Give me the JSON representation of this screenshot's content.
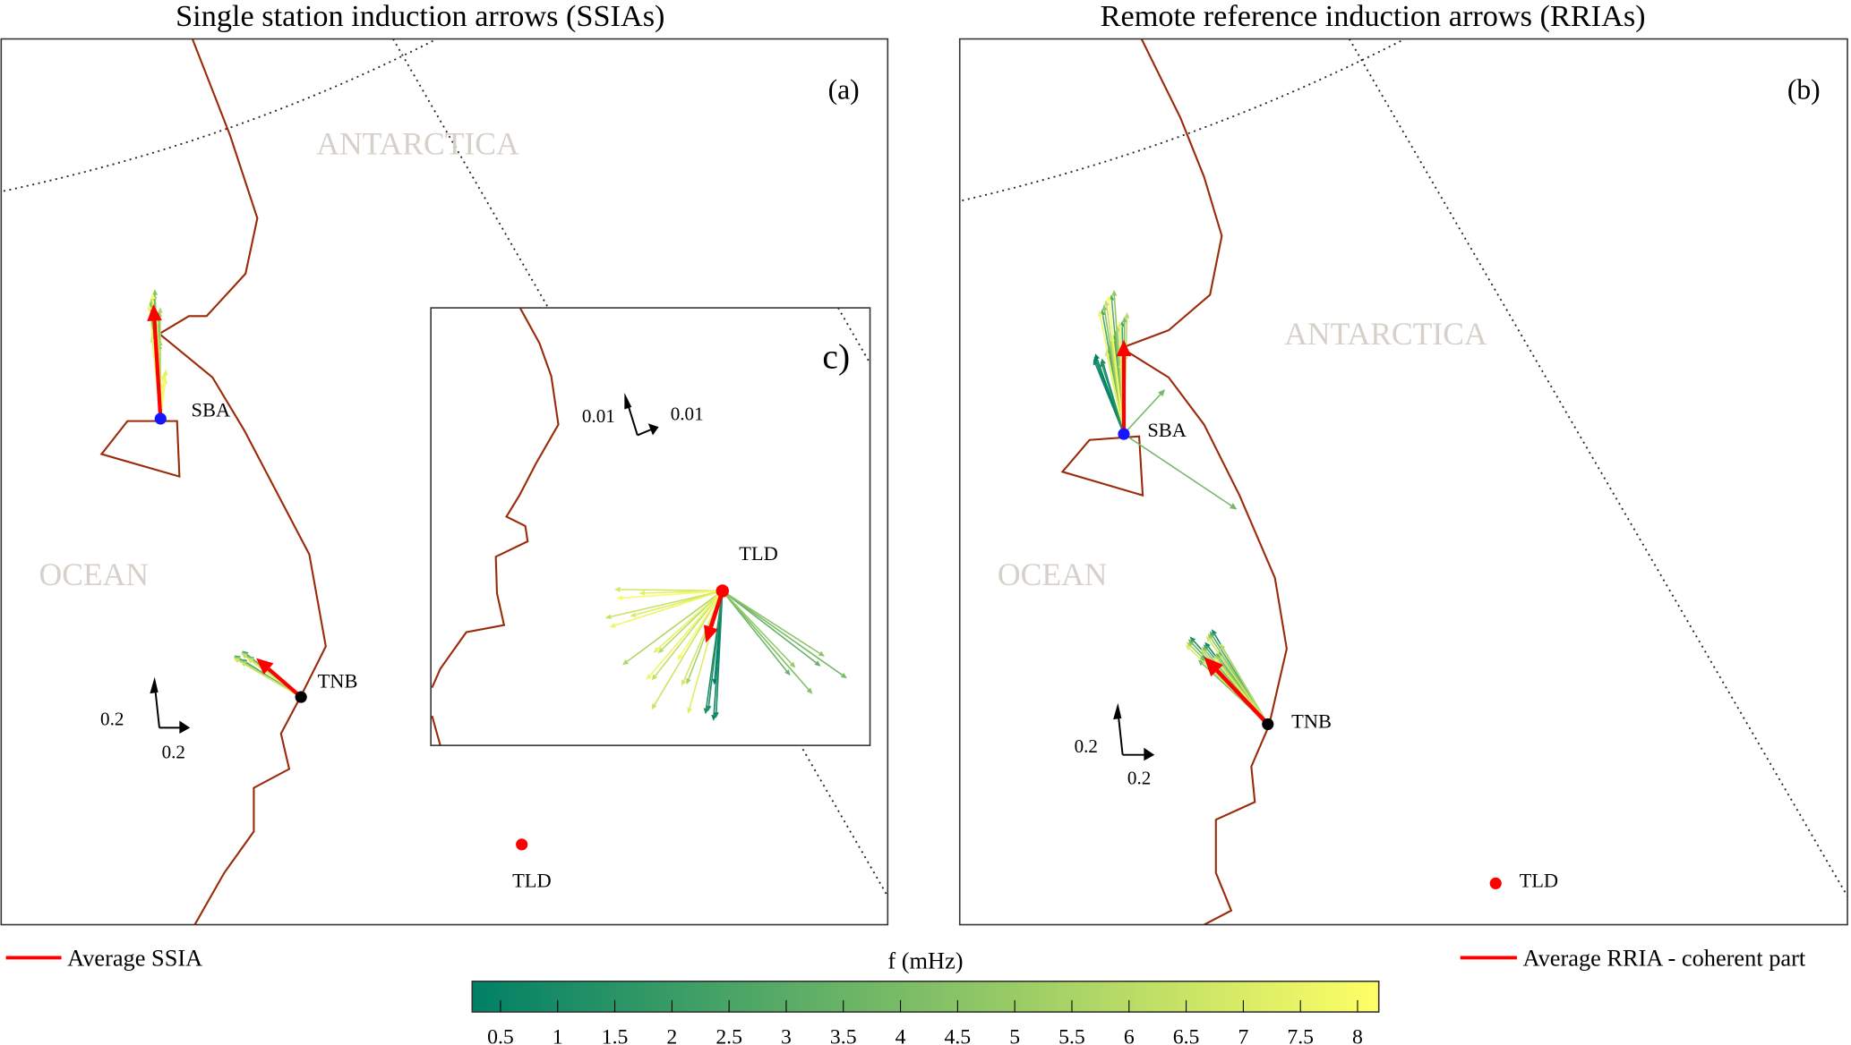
{
  "panel_a": {
    "title": "Single station induction arrows (SSIAs)",
    "tag": "(a)",
    "antarctica_label": "ANTARCTICA",
    "ocean_label": "OCEAN",
    "stations": [
      {
        "name": "SBA",
        "color": "#1515ff"
      },
      {
        "name": "TNB",
        "color": "#000000"
      },
      {
        "name": "TLD",
        "color": "#ff0000"
      }
    ],
    "scale_labels": [
      "0.2",
      "0.2"
    ],
    "legend": "Average SSIA"
  },
  "panel_b": {
    "title": "Remote reference induction arrows (RRIAs)",
    "tag": "(b)",
    "antarctica_label": "ANTARCTICA",
    "ocean_label": "OCEAN",
    "stations": [
      {
        "name": "SBA",
        "color": "#1515ff"
      },
      {
        "name": "TNB",
        "color": "#000000"
      },
      {
        "name": "TLD",
        "color": "#ff0000"
      }
    ],
    "scale_labels": [
      "0.2",
      "0.2"
    ],
    "legend": "Average RRIA - coherent part"
  },
  "panel_c": {
    "tag": "c)",
    "station": "TLD",
    "scale_labels": [
      "0.01",
      "0.01"
    ]
  },
  "colorbar": {
    "label": "f (mHz)",
    "ticks": [
      "0.5",
      "1",
      "1.5",
      "2",
      "2.5",
      "3",
      "3.5",
      "4",
      "4.5",
      "5",
      "5.5",
      "6",
      "6.5",
      "7",
      "7.5",
      "8"
    ],
    "range": [
      0.5,
      8.2
    ],
    "color_low": "#008066",
    "color_high": "#ffff66"
  },
  "average_color": "#ff0000"
}
